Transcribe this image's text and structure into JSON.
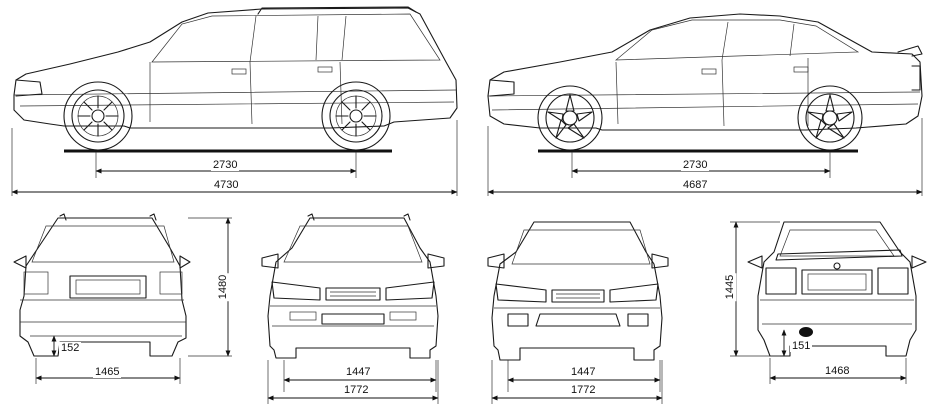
{
  "dimensions": {
    "wagon_side": {
      "wheelbase": "2730",
      "length": "4730"
    },
    "sedan_side": {
      "wheelbase": "2730",
      "length": "4687"
    },
    "wagon_rear": {
      "height": "1480",
      "clearance": "152",
      "track": "1465"
    },
    "wagon_front": {
      "track": "1447",
      "width": "1772"
    },
    "sedan_front": {
      "track": "1447",
      "width": "1772"
    },
    "sedan_rear": {
      "height": "1445",
      "clearance": "151",
      "track": "1468"
    }
  }
}
